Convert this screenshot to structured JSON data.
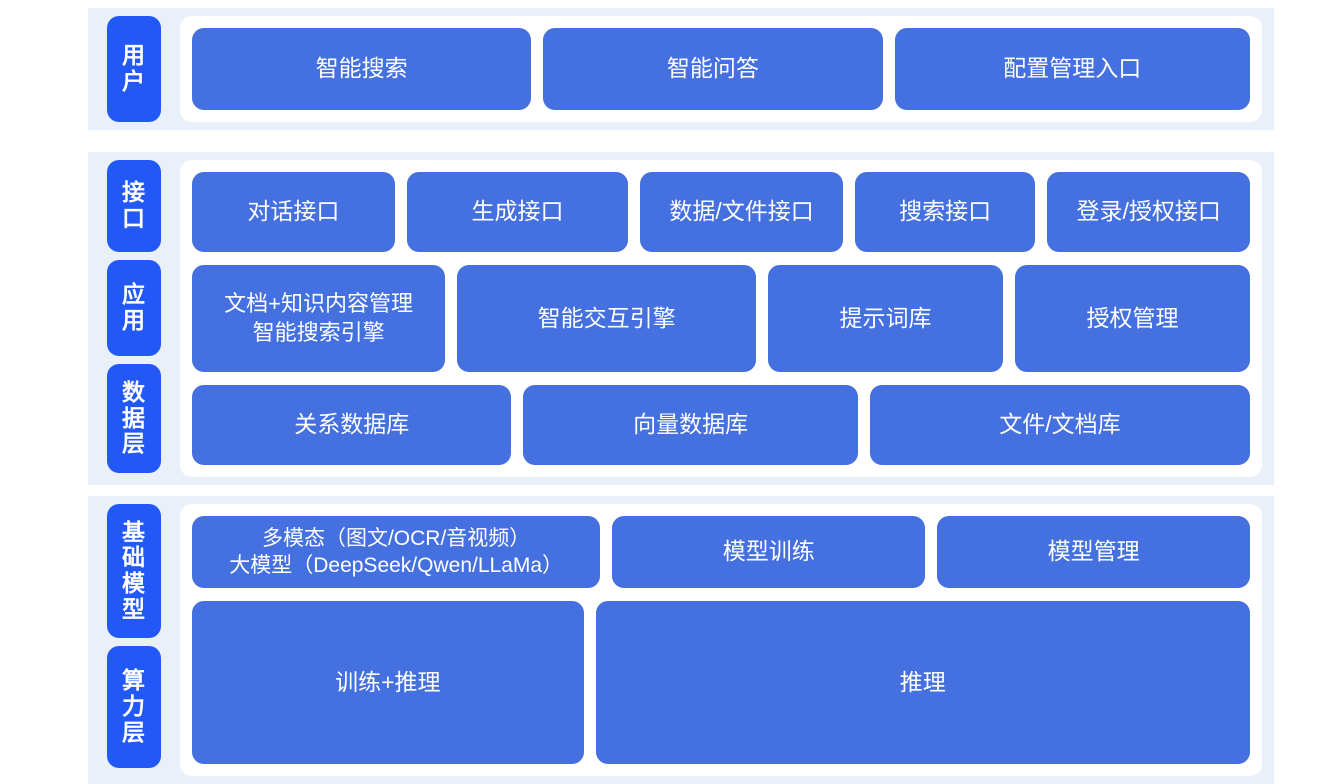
{
  "colors": {
    "band_background": "#eaf0f9",
    "panel_background": "#ffffff",
    "tag_blue": "#2258f5",
    "box_blue": "#4570e0",
    "text_white": "#ffffff",
    "page_background": "#ffffff"
  },
  "sections": [
    {
      "id": "user",
      "tags": [
        {
          "label": "用户"
        }
      ],
      "rows": [
        {
          "boxes": [
            {
              "label": "智能搜索"
            },
            {
              "label": "智能问答"
            },
            {
              "label": "配置管理入口"
            }
          ]
        }
      ]
    },
    {
      "id": "middle",
      "tags": [
        {
          "label": "接口"
        },
        {
          "label": "应用"
        },
        {
          "label": "数据层"
        }
      ],
      "rows": [
        {
          "boxes": [
            {
              "label": "对话接口"
            },
            {
              "label": "生成接口"
            },
            {
              "label": "数据/文件接口"
            },
            {
              "label": "搜索接口"
            },
            {
              "label": "登录/授权接口"
            }
          ]
        },
        {
          "boxes": [
            {
              "label": "文档+知识内容管理\n智能搜索引擎"
            },
            {
              "label": "智能交互引擎"
            },
            {
              "label": "提示词库"
            },
            {
              "label": "授权管理"
            }
          ]
        },
        {
          "boxes": [
            {
              "label": "关系数据库"
            },
            {
              "label": "向量数据库"
            },
            {
              "label": "文件/文档库"
            }
          ]
        }
      ]
    },
    {
      "id": "base",
      "tags": [
        {
          "label": "基础模型"
        },
        {
          "label": "算力层"
        }
      ],
      "rows": [
        {
          "boxes": [
            {
              "label": "多模态（图文/OCR/音视频）\n大模型（DeepSeek/Qwen/LLaMa）"
            },
            {
              "label": "模型训练"
            },
            {
              "label": "模型管理"
            }
          ]
        },
        {
          "boxes": [
            {
              "label": "训练+推理"
            },
            {
              "label": "推理"
            }
          ]
        }
      ]
    }
  ]
}
